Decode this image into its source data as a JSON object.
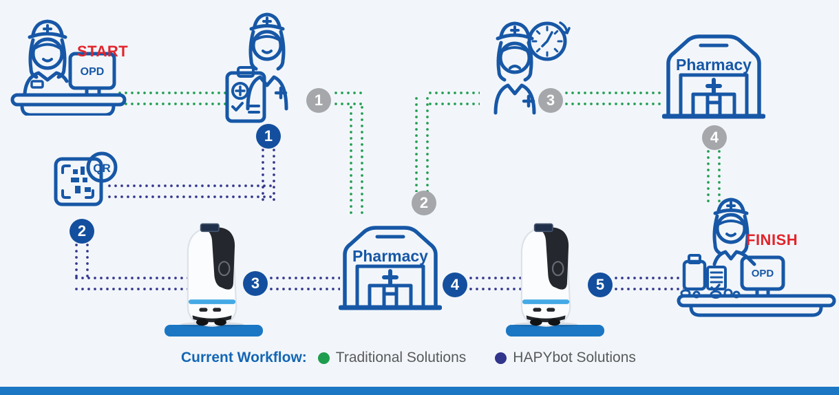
{
  "palette": {
    "bg": "#F2F6FA",
    "line_blue": "#1757A6",
    "green": "#1F9D4F",
    "navy": "#32358C",
    "red": "#E3242B",
    "badge_blue": "#134F9E",
    "badge_gray": "#A5A7AA",
    "platform_blue": "#1B77C3",
    "legend_blue": "#1366B4",
    "text_gray": "#58595B"
  },
  "labels": {
    "start": "START",
    "finish": "FINISH",
    "opd": "OPD",
    "qr": "QR",
    "pharmacy": "Pharmacy"
  },
  "badges": {
    "blue": [
      "1",
      "2",
      "3",
      "4",
      "5"
    ],
    "gray": [
      "1",
      "2",
      "3",
      "4"
    ]
  },
  "legend": {
    "title": "Current Workflow:",
    "items": [
      {
        "label": "Traditional Solutions",
        "color": "#1F9D4F"
      },
      {
        "label": "HAPYbot Solutions",
        "color": "#32358C"
      }
    ]
  }
}
